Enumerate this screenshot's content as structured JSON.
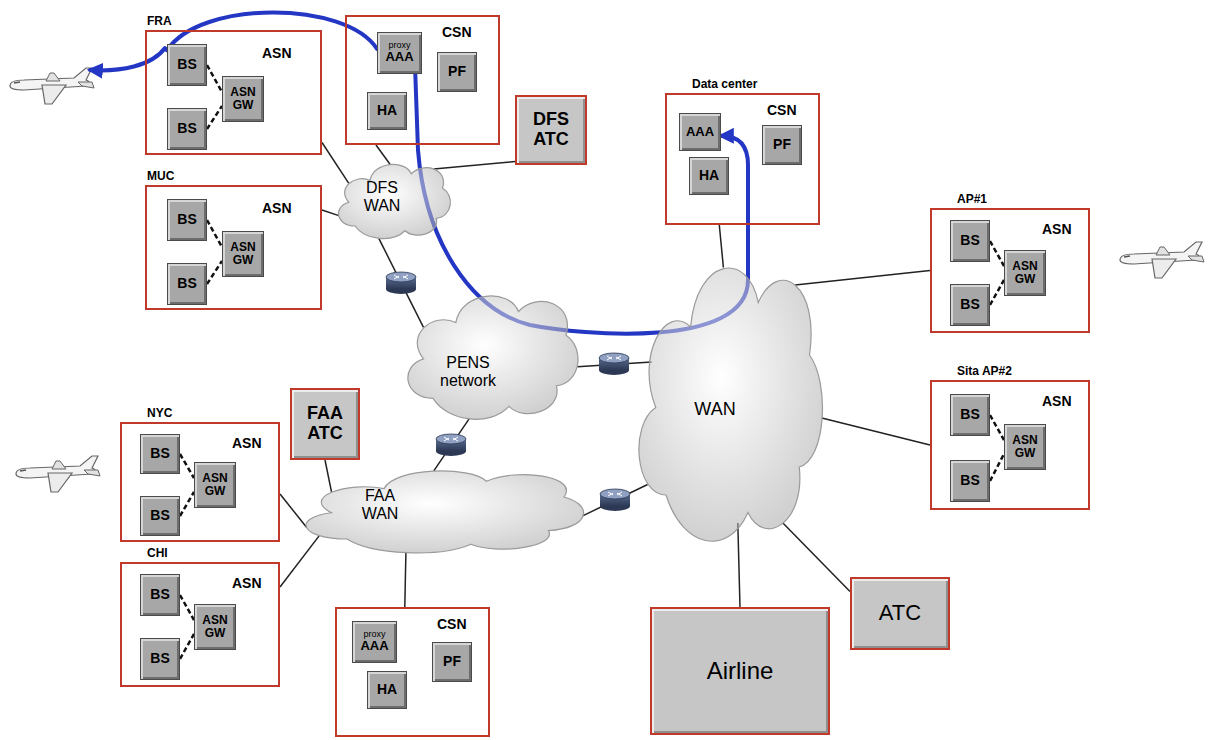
{
  "diagram": {
    "nodes": [
      {
        "text": [
          "FRA",
          "ASN"
        ]
      },
      {
        "text": [
          "BS"
        ],
        "in": 0
      },
      {
        "text": [
          "BS"
        ],
        "in": 0
      },
      {
        "text": [
          "ASN GW"
        ],
        "in": 0
      },
      {
        "text": [
          "CSN"
        ]
      },
      {
        "text": [
          "proxy",
          "AAA"
        ],
        "in": 4
      },
      {
        "text": [
          "HA"
        ],
        "in": 4
      },
      {
        "text": [
          "PF"
        ],
        "in": 4
      },
      {
        "text": [
          "DFS ATC"
        ]
      },
      {
        "text": [
          "Data center",
          "CSN"
        ]
      },
      {
        "text": [
          "AAA"
        ],
        "in": 9
      },
      {
        "text": [
          "HA"
        ],
        "in": 9
      },
      {
        "text": [
          "PF"
        ],
        "in": 9
      },
      {
        "text": [
          "MUC",
          "ASN"
        ]
      },
      {
        "text": [
          "BS"
        ],
        "in": 13
      },
      {
        "text": [
          "BS"
        ],
        "in": 13
      },
      {
        "text": [
          "ASN GW"
        ],
        "in": 13
      },
      {
        "text": [
          "DFS WAN"
        ]
      },
      {
        "text": [
          "AP#1",
          "ASN"
        ]
      },
      {
        "text": [
          "BS"
        ],
        "in": 18
      },
      {
        "text": [
          "BS"
        ],
        "in": 18
      },
      {
        "text": [
          "ASN GW"
        ],
        "in": 18
      },
      {
        "text": [
          "PENS network"
        ]
      },
      {
        "text": [
          "WAN"
        ]
      },
      {
        "text": [
          "FAA ATC"
        ]
      },
      {
        "text": [
          "NYC",
          "ASN"
        ]
      },
      {
        "text": [
          "BS"
        ],
        "in": 25
      },
      {
        "text": [
          "BS"
        ],
        "in": 25
      },
      {
        "text": [
          "ASN GW"
        ],
        "in": 25
      },
      {
        "text": [
          "Sita AP#2",
          "ASN"
        ]
      },
      {
        "text": [
          "BS"
        ],
        "in": 29
      },
      {
        "text": [
          "BS"
        ],
        "in": 29
      },
      {
        "text": [
          "ASN GW"
        ],
        "in": 29
      },
      {
        "text": [
          "FAA WAN"
        ]
      },
      {
        "text": [
          "CHI",
          "ASN"
        ]
      },
      {
        "text": [
          "BS"
        ],
        "in": 34
      },
      {
        "text": [
          "BS"
        ],
        "in": 34
      },
      {
        "text": [
          "ASN GW"
        ],
        "in": 34
      },
      {
        "text": [
          "CSN"
        ]
      },
      {
        "text": [
          "proxy",
          "AAA"
        ],
        "in": 38
      },
      {
        "text": [
          "HA"
        ],
        "in": 38
      },
      {
        "text": [
          "PF"
        ],
        "in": 38
      },
      {
        "text": [
          "Airline"
        ]
      },
      {
        "text": [
          "ATC"
        ]
      }
    ],
    "edges": [
      {
        "from": 0,
        "to": 17,
        "arrow": "none"
      },
      {
        "from": 13,
        "to": 17,
        "arrow": "none"
      },
      {
        "from": 4,
        "to": 17,
        "arrow": "none"
      },
      {
        "from": 8,
        "to": 17,
        "arrow": "none"
      },
      {
        "from": 17,
        "to": 22,
        "arrow": "none"
      },
      {
        "from": 22,
        "to": 23,
        "arrow": "none"
      },
      {
        "from": 22,
        "to": 33,
        "arrow": "none"
      },
      {
        "from": 33,
        "to": 23,
        "arrow": "none"
      },
      {
        "from": 9,
        "to": 23,
        "arrow": "none"
      },
      {
        "from": 18,
        "to": 23,
        "arrow": "none"
      },
      {
        "from": 29,
        "to": 23,
        "arrow": "none"
      },
      {
        "from": 42,
        "to": 23,
        "arrow": "none"
      },
      {
        "from": 43,
        "to": 23,
        "arrow": "none"
      },
      {
        "from": 25,
        "to": 33,
        "arrow": "none"
      },
      {
        "from": 24,
        "to": 33,
        "arrow": "none"
      },
      {
        "from": 34,
        "to": 33,
        "arrow": "none"
      },
      {
        "from": 38,
        "to": 33,
        "arrow": "none"
      },
      {
        "from": 5,
        "to": 1,
        "arrow": "none"
      },
      {
        "from": 5,
        "to": 10,
        "arrow": "to"
      },
      {
        "from": 1,
        "to": 3,
        "arrow": "none"
      },
      {
        "from": 2,
        "to": 3,
        "arrow": "none"
      },
      {
        "from": 14,
        "to": 16,
        "arrow": "none"
      },
      {
        "from": 15,
        "to": 16,
        "arrow": "none"
      },
      {
        "from": 19,
        "to": 21,
        "arrow": "none"
      },
      {
        "from": 20,
        "to": 21,
        "arrow": "none"
      },
      {
        "from": 26,
        "to": 28,
        "arrow": "none"
      },
      {
        "from": 27,
        "to": 28,
        "arrow": "none"
      },
      {
        "from": 30,
        "to": 32,
        "arrow": "none"
      },
      {
        "from": 31,
        "to": 32,
        "arrow": "none"
      },
      {
        "from": 35,
        "to": 37,
        "arrow": "none"
      },
      {
        "from": 36,
        "to": 37,
        "arrow": "none"
      }
    ]
  }
}
